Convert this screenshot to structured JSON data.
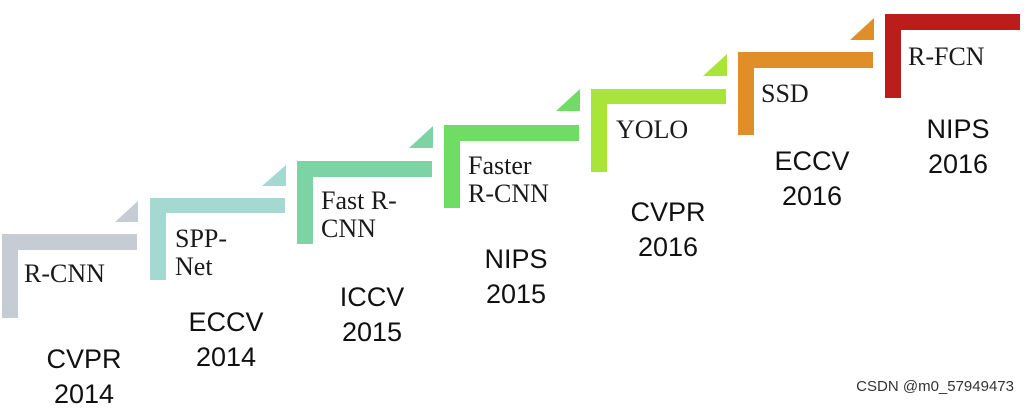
{
  "steps": [
    {
      "name": "R-CNN",
      "venue": "CVPR\n2014",
      "color": "#c5ccd4"
    },
    {
      "name": "SPP-\nNet",
      "venue": "ECCV\n2014",
      "color": "#a6d8d2"
    },
    {
      "name": "Fast R-\nCNN",
      "venue": "ICCV\n2015",
      "color": "#7dd3a4"
    },
    {
      "name": "Faster\nR-CNN",
      "venue": "NIPS\n2015",
      "color": "#6fdc63"
    },
    {
      "name": "YOLO",
      "venue": "CVPR\n2016",
      "color": "#a8e43a"
    },
    {
      "name": "SSD",
      "venue": "ECCV\n2016",
      "color": "#df8e28"
    },
    {
      "name": "R-FCN",
      "venue": "NIPS\n2016",
      "color": "#bb1c1c"
    }
  ],
  "watermark": "CSDN @m0_57949473"
}
